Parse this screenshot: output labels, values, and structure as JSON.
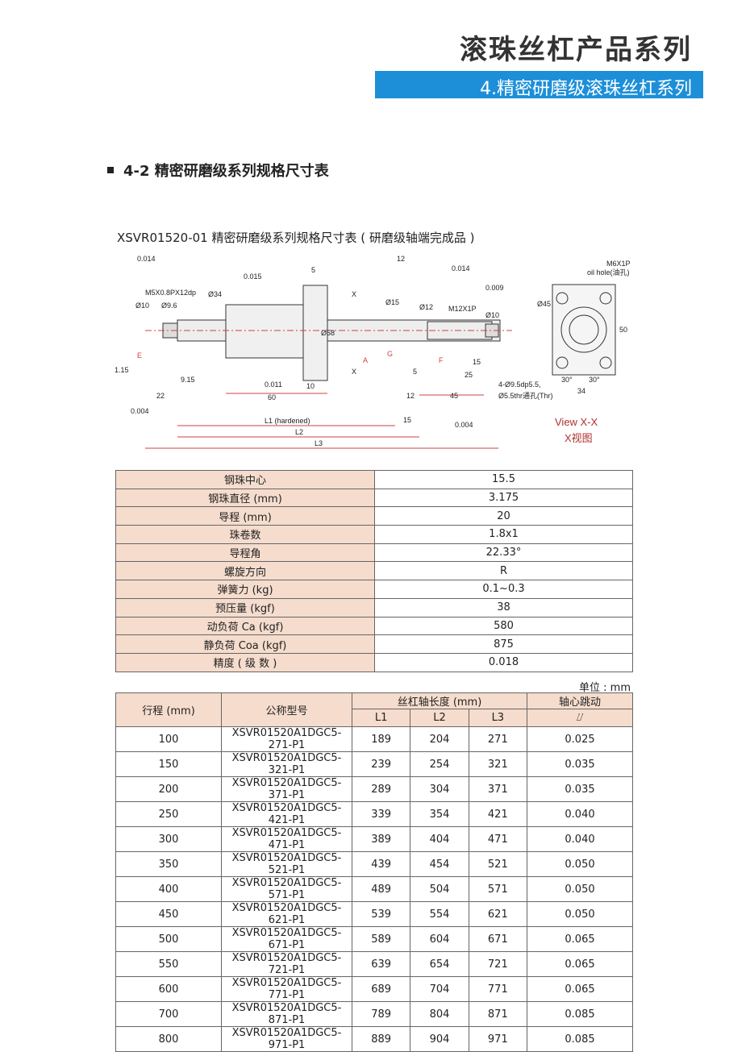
{
  "header": {
    "title": "滚珠丝杠产品系列",
    "subtitle": "4.精密研磨级滚珠丝杠系列"
  },
  "section_title": "4-2  精密研磨级系列规格尺寸表",
  "drawing_caption": "XSVR01520-01 精密研磨级系列规格尺寸表 ( 研磨级轴端完成品 )",
  "drawing": {
    "labels": {
      "gdt_014": "0.014",
      "gdt_015": "0.015",
      "gdt_011": "0.011",
      "gdt_004": "0.004",
      "gdt_009": "0.009",
      "gdt_014b": "0.014",
      "gdt_004b": "0.004",
      "ref_a": "A",
      "ref_e": "E",
      "ref_f": "F",
      "ref_g": "G",
      "d10": "Ø10",
      "m5": "M5X0.8PX12dp",
      "d96": "Ø9.6",
      "d34": "Ø34",
      "d58": "Ø58",
      "d15": "Ø15",
      "d12": "Ø12",
      "m12": "M12X1P",
      "d10b": "Ø10",
      "w5": "5",
      "w5b": "5",
      "x": "X",
      "xb": "X",
      "w10": "10",
      "w12": "12",
      "w12top": "12",
      "w15": "15",
      "w25": "25",
      "w45": "45",
      "w15b": "15",
      "w22": "22",
      "w60": "60",
      "w915": "9.15",
      "w115": "1.15",
      "l1": "L1 (hardened)",
      "l2": "L2",
      "l3": "L3",
      "m6": "M6X1P",
      "oilhole": "oil hole(油孔)",
      "h50": "50",
      "w34": "34",
      "a30": "30°",
      "a30b": "30°",
      "d45": "Ø45",
      "holes1": "4-Ø9.5dp5.5,",
      "holes2": "Ø5.5thr通孔(Thr)",
      "view": "View X-X",
      "view_cn": "X视图"
    }
  },
  "spec_table": [
    {
      "label": "钢珠中心",
      "value": "15.5"
    },
    {
      "label": "钢珠直径 (mm)",
      "value": "3.175"
    },
    {
      "label": "导程 (mm)",
      "value": "20"
    },
    {
      "label": "珠卷数",
      "value": "1.8x1"
    },
    {
      "label": "导程角",
      "value": "22.33°"
    },
    {
      "label": "螺旋方向",
      "value": "R"
    },
    {
      "label": "弹簧力 (kg)",
      "value": "0.1~0.3"
    },
    {
      "label": "预压量 (kgf)",
      "value": "38"
    },
    {
      "label": "动负荷 Ca (kgf)",
      "value": "580"
    },
    {
      "label": "静负荷 Coa (kgf)",
      "value": "875"
    },
    {
      "label": "精度 ( 级 数 )",
      "value": "0.018"
    }
  ],
  "unit_note": "单位 : mm",
  "dim_table": {
    "headers": {
      "stroke": "行程 (mm)",
      "model": "公称型号",
      "length": "丝杠轴长度 (mm)",
      "l1": "L1",
      "l2": "L2",
      "l3": "L3",
      "runout": "轴心跳动",
      "runout_symbol": "⌰"
    },
    "rows": [
      [
        "100",
        "XSVR01520A1DGC5-271-P1",
        "189",
        "204",
        "271",
        "0.025"
      ],
      [
        "150",
        "XSVR01520A1DGC5-321-P1",
        "239",
        "254",
        "321",
        "0.035"
      ],
      [
        "200",
        "XSVR01520A1DGC5-371-P1",
        "289",
        "304",
        "371",
        "0.035"
      ],
      [
        "250",
        "XSVR01520A1DGC5-421-P1",
        "339",
        "354",
        "421",
        "0.040"
      ],
      [
        "300",
        "XSVR01520A1DGC5-471-P1",
        "389",
        "404",
        "471",
        "0.040"
      ],
      [
        "350",
        "XSVR01520A1DGC5-521-P1",
        "439",
        "454",
        "521",
        "0.050"
      ],
      [
        "400",
        "XSVR01520A1DGC5-571-P1",
        "489",
        "504",
        "571",
        "0.050"
      ],
      [
        "450",
        "XSVR01520A1DGC5-621-P1",
        "539",
        "554",
        "621",
        "0.050"
      ],
      [
        "500",
        "XSVR01520A1DGC5-671-P1",
        "589",
        "604",
        "671",
        "0.065"
      ],
      [
        "550",
        "XSVR01520A1DGC5-721-P1",
        "639",
        "654",
        "721",
        "0.065"
      ],
      [
        "600",
        "XSVR01520A1DGC5-771-P1",
        "689",
        "704",
        "771",
        "0.065"
      ],
      [
        "700",
        "XSVR01520A1DGC5-871-P1",
        "789",
        "804",
        "871",
        "0.085"
      ],
      [
        "800",
        "XSVR01520A1DGC5-971-P1",
        "889",
        "904",
        "971",
        "0.085"
      ]
    ]
  }
}
